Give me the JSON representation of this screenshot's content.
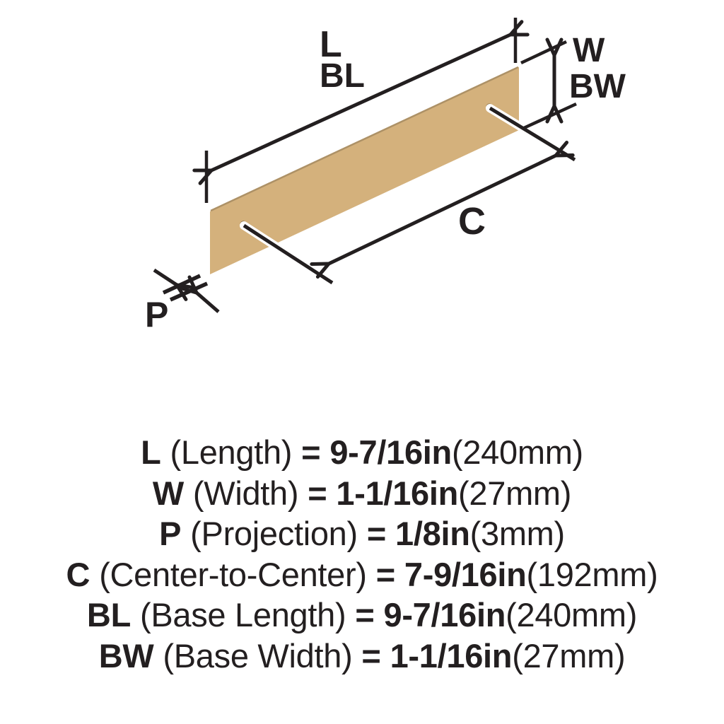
{
  "colors": {
    "ink": "#231f20",
    "brass": "#d4b17c",
    "brass_edge": "#ad9166",
    "hole_rim": "#6f5732",
    "hole_center": "#b99a67",
    "background": "#ffffff"
  },
  "diagram": {
    "labels": {
      "l": "L",
      "bl": "BL",
      "w": "W",
      "bw": "BW",
      "c": "C",
      "p": "P"
    }
  },
  "specs": [
    {
      "code": "L",
      "label": "(Length)",
      "eq": "=",
      "imperial": "9-7/16in",
      "metric": "(240mm)"
    },
    {
      "code": "W",
      "label": "(Width)",
      "eq": "=",
      "imperial": "1-1/16in",
      "metric": "(27mm)"
    },
    {
      "code": "P",
      "label": "(Projection)",
      "eq": "=",
      "imperial": "1/8in",
      "metric": "(3mm)"
    },
    {
      "code": "C",
      "label": "(Center-to-Center)",
      "eq": "=",
      "imperial": "7-9/16in",
      "metric": "(192mm)"
    },
    {
      "code": "BL",
      "label": "(Base Length)",
      "eq": "=",
      "imperial": "9-7/16in",
      "metric": "(240mm)"
    },
    {
      "code": "BW",
      "label": "(Base Width)",
      "eq": "=",
      "imperial": "1-1/16in",
      "metric": "(27mm)"
    }
  ]
}
